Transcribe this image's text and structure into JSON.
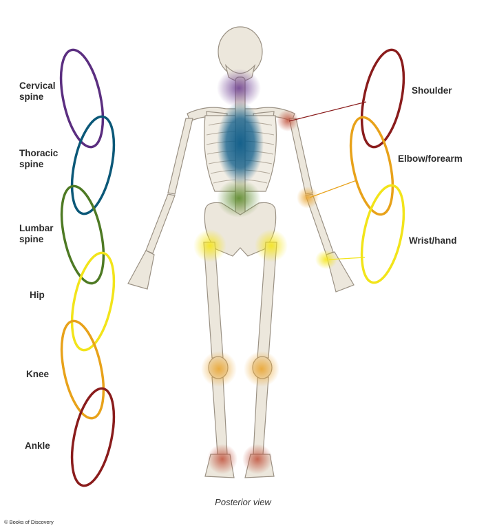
{
  "labels": {
    "cervical": "Cervical spine",
    "thoracic": "Thoracic spine",
    "lumbar": "Lumbar spine",
    "hip": "Hip",
    "knee": "Knee",
    "ankle": "Ankle",
    "shoulder": "Shoulder",
    "elbow": "Elbow/forearm",
    "wrist": "Wrist/hand"
  },
  "caption": "Posterior view",
  "credit": "© Books of Discovery",
  "colors": {
    "cervical": "#5b2e80",
    "thoracic": "#0b5878",
    "lumbar": "#4e7a24",
    "hip": "#f2e41a",
    "knee": "#e8a21a",
    "ankle": "#8a1c1c",
    "shoulder": "#8a1c1c",
    "elbow": "#e8a21a",
    "wrist": "#f2e41a",
    "bone": "#ece7dc",
    "bone_outline": "#9a9184"
  }
}
